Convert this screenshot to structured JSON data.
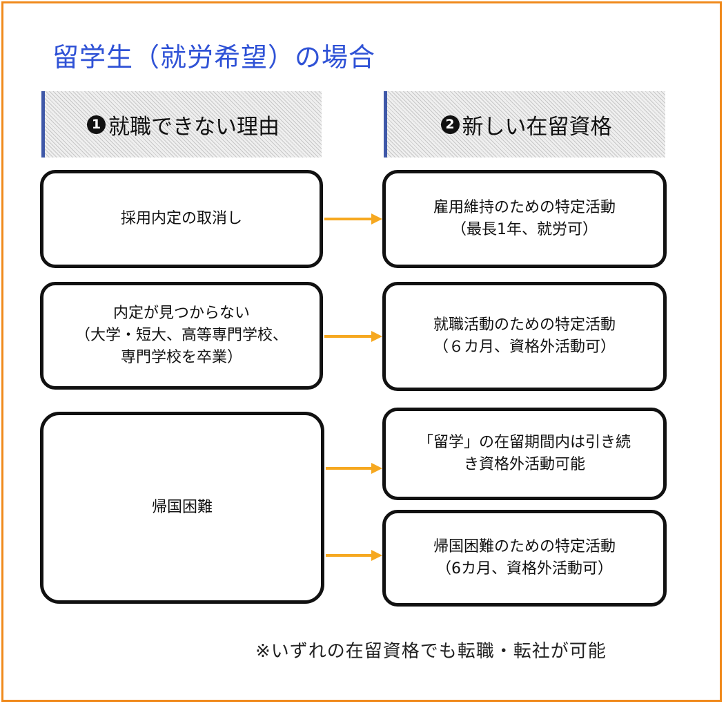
{
  "title": "留学生（就労希望）の場合",
  "headers": {
    "left": {
      "num": "1",
      "label": "就職できない理由"
    },
    "right": {
      "num": "2",
      "label": "新しい在留資格"
    }
  },
  "reasons": [
    "採用内定の取消し",
    "内定が見つからない\n（大学・短大、高等専門学校、\n専門学校を卒業）",
    "帰国困難"
  ],
  "statuses": [
    "雇用維持のための特定活動\n（最長1年、就労可）",
    "就職活動のための特定活動\n（６カ月、資格外活動可）",
    "「留学」の在留期間内は引き続\nき資格外活動可能",
    "帰国困難のための特定活動\n（6カ月、資格外活動可）"
  ],
  "footnote": "※いずれの在留資格でも転職・転社が可能",
  "colors": {
    "border": "#f08a1c",
    "title": "#2f52d6",
    "header_bar": "#3f58a8",
    "arrow": "#f6a820"
  }
}
